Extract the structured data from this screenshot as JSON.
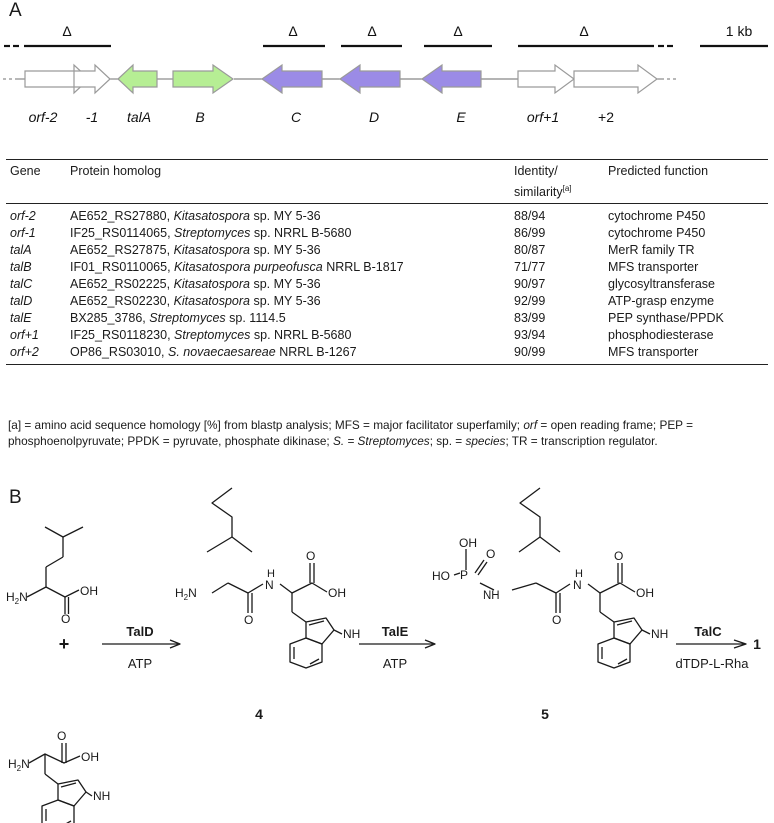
{
  "panel_a": {
    "label": "A",
    "delta": "Δ",
    "scale": "1 kb",
    "genes": [
      {
        "label": "orf-2",
        "color": "#ffffff"
      },
      {
        "label": "-1",
        "color": "#ffffff"
      },
      {
        "label": "talA",
        "color": "#b6ee94"
      },
      {
        "label": "B",
        "color": "#b6ee94"
      },
      {
        "label": "C",
        "color": "#9b8be6"
      },
      {
        "label": "D",
        "color": "#9b8be6"
      },
      {
        "label": "E",
        "color": "#9b8be6"
      },
      {
        "label": "orf+1",
        "color": "#ffffff"
      },
      {
        "label": "+2",
        "color": "#ffffff"
      }
    ],
    "colors": {
      "accessory": "#ffffff",
      "green": "#b6ee94",
      "purple": "#9b8be6",
      "outline": "#9a9a9a"
    }
  },
  "table": {
    "headers": {
      "gene": "Gene",
      "homolog": "Protein homolog",
      "identity_1": "Identity/",
      "identity_2": "similarity",
      "identity_sup": "[a]",
      "function": "Predicted function"
    },
    "rows": [
      {
        "gene": "orf-2",
        "id": "AE652_RS27880, ",
        "org": "Kitasatospora",
        "rest": " sp. MY 5-36",
        "ident": "88/94",
        "func": "cytochrome P450"
      },
      {
        "gene": "orf-1",
        "id": "IF25_RS0114065, ",
        "org": "Streptomyces",
        "rest": " sp. NRRL B-5680",
        "ident": "86/99",
        "func": "cytochrome P450"
      },
      {
        "gene": "talA",
        "id": "AE652_RS27875, ",
        "org": "Kitasatospora",
        "rest": " sp. MY 5-36",
        "ident": "80/87",
        "func": "MerR family TR"
      },
      {
        "gene": "talB",
        "id": "IF01_RS0110065, ",
        "org": "Kitasatospora purpeofusca",
        "rest": " NRRL B-1817",
        "ident": "71/77",
        "func": "MFS transporter"
      },
      {
        "gene": "talC",
        "id": "AE652_RS02225, ",
        "org": "Kitasatospora",
        "rest": " sp. MY 5-36",
        "ident": "90/97",
        "func": "glycosyltransferase"
      },
      {
        "gene": "talD",
        "id": "AE652_RS02230, ",
        "org": "Kitasatospora",
        "rest": " sp. MY 5-36",
        "ident": "92/99",
        "func": "ATP-grasp enzyme"
      },
      {
        "gene": "talE",
        "id": "BX285_3786, ",
        "org": "Streptomyces",
        "rest": " sp. 1114.5",
        "ident": "83/99",
        "func": "PEP synthase/PPDK"
      },
      {
        "gene": "orf+1",
        "id": "IF25_RS0118230, ",
        "org": "Streptomyces",
        "rest": " sp. NRRL B-5680",
        "ident": "93/94",
        "func": "phosphodiesterase"
      },
      {
        "gene": "orf+2",
        "id": "OP86_RS03010, ",
        "org": "S. novaecaesareae",
        "rest": " NRRL B-1267",
        "ident": "90/99",
        "func": "MFS transporter"
      }
    ]
  },
  "footnote": {
    "a": "[a] = amino acid sequence homology [%] from blastp analysis; MFS = major facilitator superfamily; ",
    "orf": "orf",
    "b": " = open reading frame; PEP = phosphoenolpyruvate; PPDK = pyruvate, phosphate dikinase; ",
    "s": "S. = Streptomyces",
    "c": "; sp. = ",
    "species": "species",
    "d": "; TR = transcription regulator."
  },
  "panel_b": {
    "label": "B",
    "plus": "+",
    "steps": [
      {
        "enzyme": "TalD",
        "cofactor": "ATP"
      },
      {
        "enzyme": "TalE",
        "cofactor": "ATP"
      },
      {
        "enzyme": "TalC",
        "cofactor": "dTDP-L-Rha"
      }
    ],
    "compounds": {
      "c4": "4",
      "c5": "5",
      "product": "1"
    },
    "atoms": {
      "oh": "OH",
      "h2n": "H2N",
      "h2n_base": "H",
      "h2n_sub": "2",
      "h2n_n": "N",
      "nh": "NH",
      "n": "N",
      "h": "H",
      "o": "O",
      "p": "P",
      "ho": "HO"
    }
  }
}
